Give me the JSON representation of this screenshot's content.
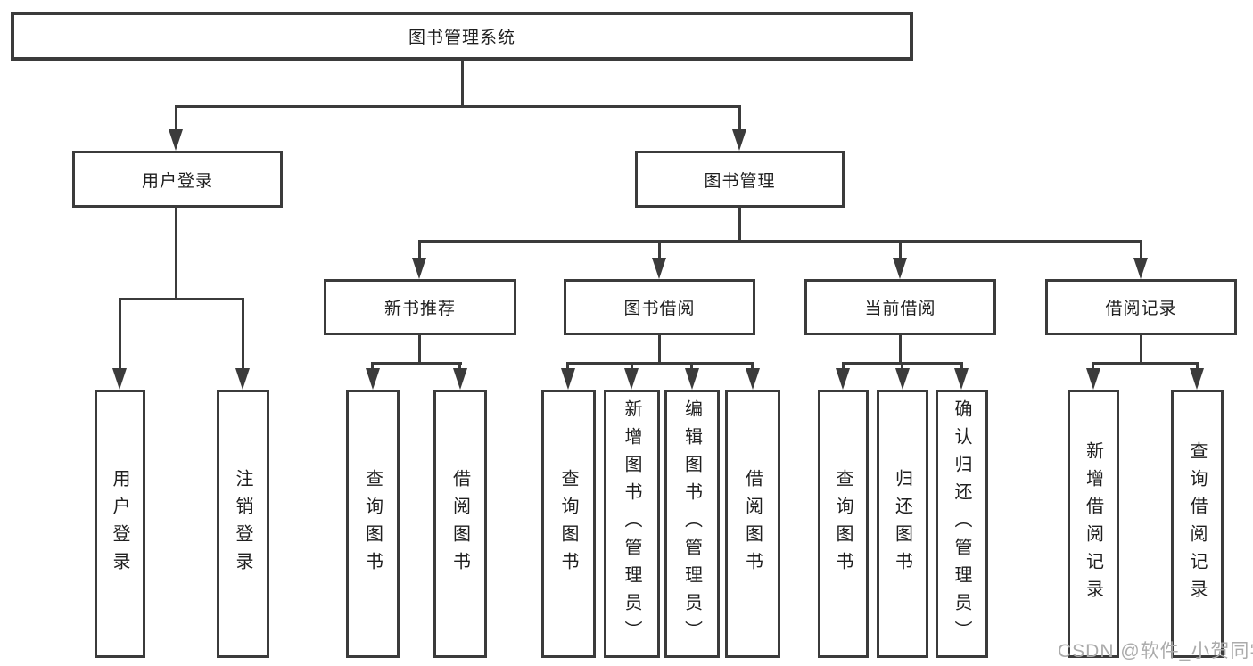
{
  "tree": {
    "label": "图书管理系统",
    "children": [
      {
        "label": "用户登录",
        "children": [
          {
            "label": "用户登录"
          },
          {
            "label": "注销登录"
          }
        ]
      },
      {
        "label": "图书管理",
        "children": [
          {
            "label": "新书推荐",
            "children": [
              {
                "label": "查询图书"
              },
              {
                "label": "借阅图书"
              }
            ]
          },
          {
            "label": "图书借阅",
            "children": [
              {
                "label": "查询图书"
              },
              {
                "label": "新增图书（管理员）"
              },
              {
                "label": "编辑图书（管理员）"
              },
              {
                "label": "借阅图书"
              }
            ]
          },
          {
            "label": "当前借阅",
            "children": [
              {
                "label": "查询图书"
              },
              {
                "label": "归还图书"
              },
              {
                "label": "确认归还（管理员）"
              }
            ]
          },
          {
            "label": "借阅记录",
            "children": [
              {
                "label": "新增借阅记录"
              },
              {
                "label": "查询借阅记录"
              }
            ]
          }
        ]
      }
    ]
  },
  "watermark": {
    "text": "CSDN @软件_小贺同学"
  },
  "colors": {
    "line": "#3b3b3b",
    "text": "#1f1f1f",
    "watermark": "#ababab",
    "background": "#ffffff"
  }
}
